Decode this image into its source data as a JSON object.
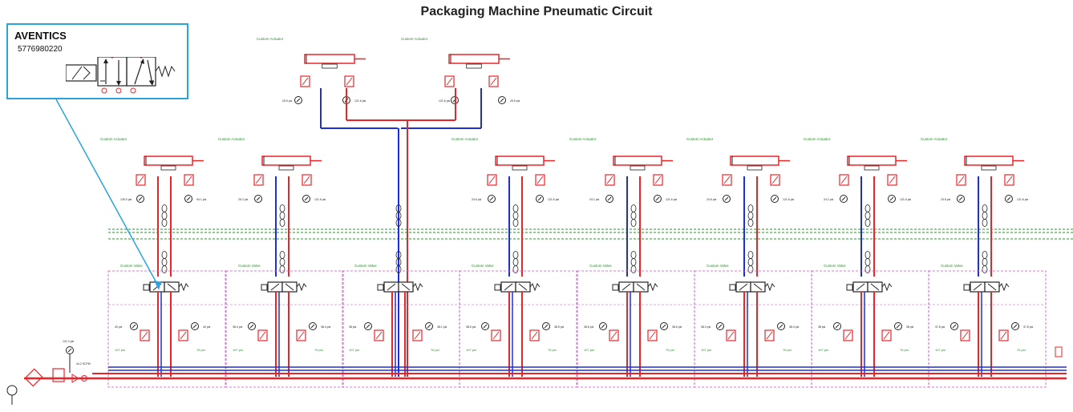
{
  "title": "Packaging Machine Pneumatic Circuit",
  "callout": {
    "brand": "AVENTICS",
    "part_number": "5776980220"
  },
  "labels": {
    "actuator": "Custom Actuator",
    "valve": "Custom Valve"
  },
  "pressures": {
    "supply": "107 psi",
    "exhaust": "76 psi",
    "source": "121.0 psi",
    "flow": "44.2 SCFM"
  },
  "top_gauges": [
    "25.5 psi",
    "121.6 psi",
    "121.6 psi",
    "25.5 psi"
  ],
  "stations": [
    {
      "gauge_left": "125.0 psi",
      "gauge_right": "94.1 psi",
      "valve_left": "40 psi",
      "valve_right": "40 psi"
    },
    {
      "gauge_left": "25.2 psi",
      "gauge_right": "121.6 psi",
      "valve_left": "38.4 psi",
      "valve_right": "38.4 psi"
    },
    {
      "gauge_left": "",
      "gauge_right": "",
      "valve_left": "38 psi",
      "valve_right": "38.1 psi"
    },
    {
      "gauge_left": "24.6 psi",
      "gauge_right": "121.6 psi",
      "valve_left": "38.5 psi",
      "valve_right": "38.5 psi"
    },
    {
      "gauge_left": "24.1 psi",
      "gauge_right": "121.6 psi",
      "valve_left": "38.6 psi",
      "valve_right": "38.6 psi"
    },
    {
      "gauge_left": "24.6 psi",
      "gauge_right": "121.6 psi",
      "valve_left": "38.3 psi",
      "valve_right": "38.3 psi"
    },
    {
      "gauge_left": "24.2 psi",
      "gauge_right": "121.6 psi",
      "valve_left": "38 psi",
      "valve_right": "38 psi"
    },
    {
      "gauge_left": "23.5 psi",
      "gauge_right": "121.6 psi",
      "valve_left": "37.8 psi",
      "valve_right": "37.8 psi"
    }
  ],
  "colors": {
    "pressure_line": "#e8262a",
    "exhaust_line": "#1f2fd6",
    "callout_border": "#2aa3df",
    "label_green": "#2e8b2e",
    "boundary_magenta": "#d14fc7",
    "bus_green": "#4cae4c"
  }
}
